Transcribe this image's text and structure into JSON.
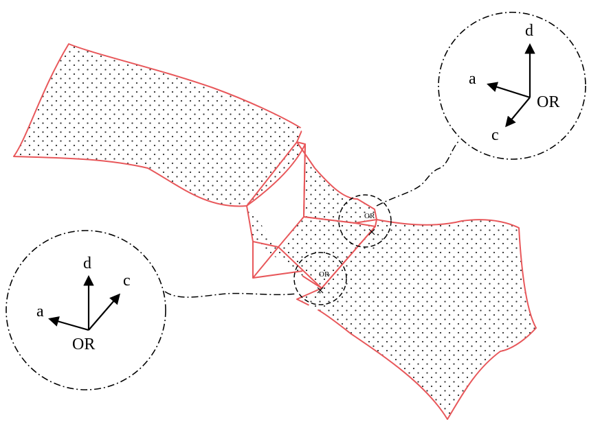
{
  "colors": {
    "surface_outline": "#e8575a",
    "dot_fill": "#333333",
    "frame_line": "#000000",
    "background": "#ffffff"
  },
  "labels": {
    "right_frame": {
      "d": "d",
      "a": "a",
      "c": "c",
      "origin": "OR"
    },
    "left_frame": {
      "d": "d",
      "a": "a",
      "c": "c",
      "origin": "OR"
    },
    "origin_marker_upper": "OR",
    "origin_marker_lower": "OR"
  },
  "icons": {
    "axis_arrowhead": "filled-triangle",
    "origin_point": "x-mark",
    "callout_leader": "dash-dot-line"
  }
}
